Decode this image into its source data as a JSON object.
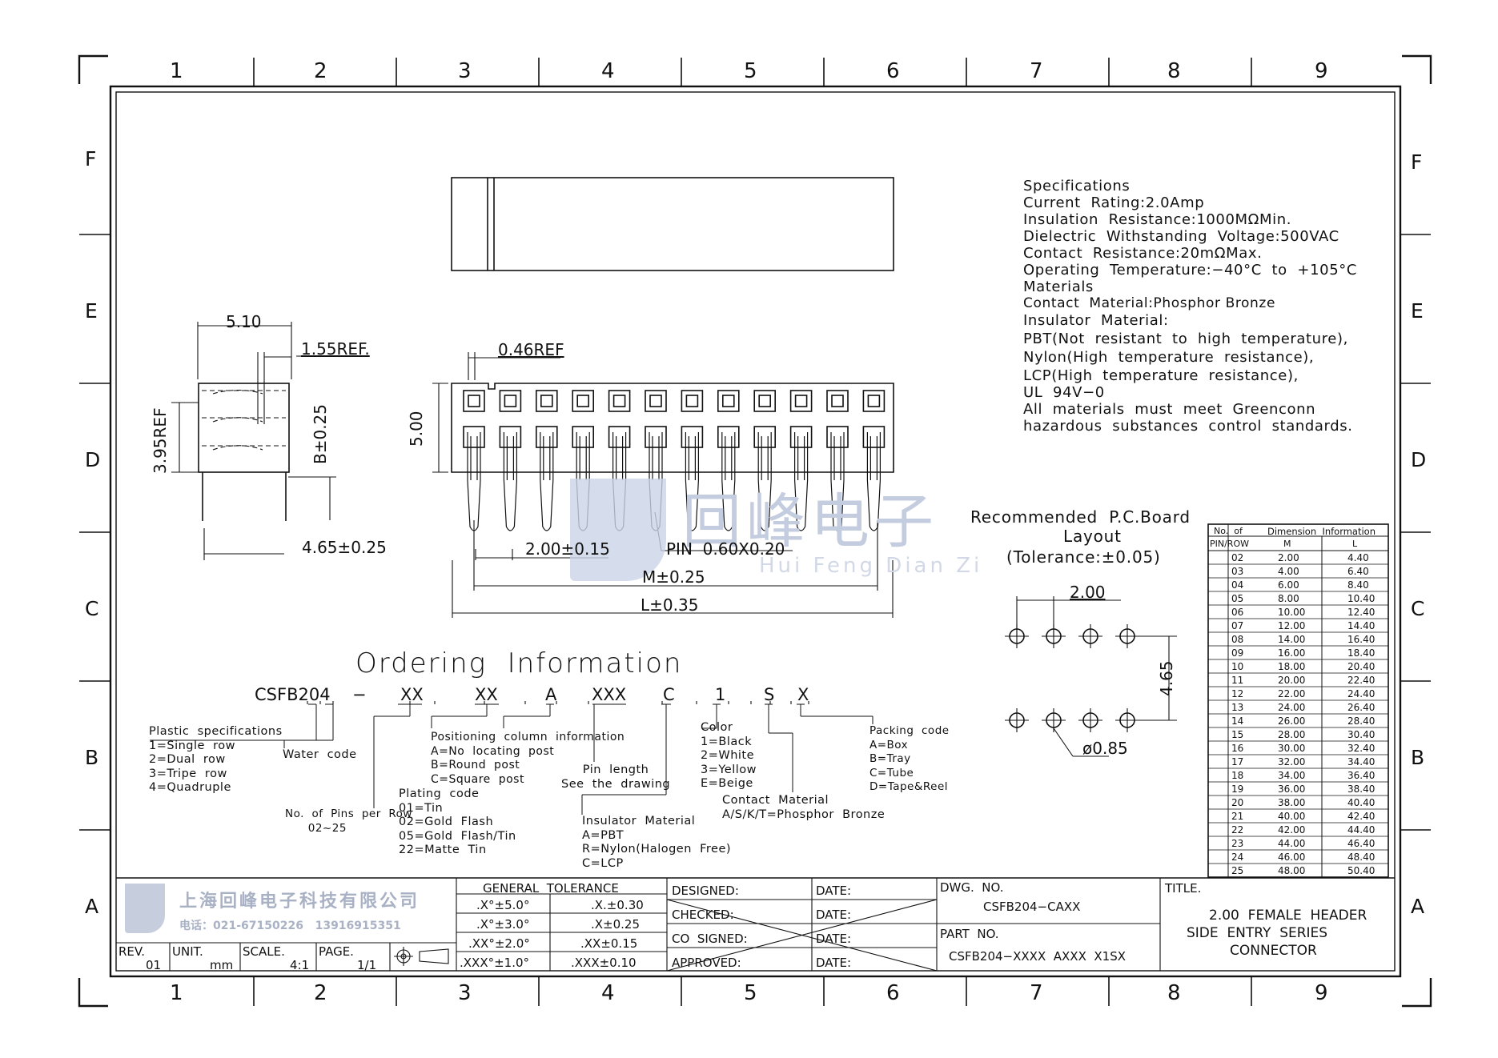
{
  "frame": {
    "top_cols": [
      "1",
      "2",
      "3",
      "4",
      "5",
      "6",
      "7",
      "8",
      "9"
    ],
    "bottom_cols": [
      "1",
      "2",
      "3",
      "4",
      "5",
      "6",
      "7",
      "8",
      "9"
    ],
    "rows": [
      "F",
      "E",
      "D",
      "C",
      "B",
      "A"
    ]
  },
  "dimensions": {
    "side_width": "5.10",
    "side_ref": "1.55REF.",
    "side_height": "3.95REF",
    "side_b": "B±0.25",
    "side_pin_len": "4.65±0.25",
    "front_ref": "0.46REF",
    "front_height": "5.00",
    "pitch": "2.00±0.15",
    "pin": "PIN  0.60X0.20",
    "m_dim": "M±0.25",
    "l_dim": "L±0.35"
  },
  "specifications": [
    "Specifications",
    "Current  Rating:2.0Amp",
    "Insulation  Resistance:1000MΩMin.",
    "Dielectric  Withstanding  Voltage:500VAC",
    "Contact  Resistance:20mΩMax.",
    "Operating  Temperature:−40°C  to  +105°C",
    "Materials",
    "Contact  Material:Phosphor Bronze",
    "Insulator  Material:",
    "PBT(Not  resistant  to  high  temperature),",
    "Nylon(High  temperature  resistance),",
    "LCP(High  temperature  resistance),",
    "UL  94V−0",
    "All  materials  must  meet  Greenconn",
    "hazardous  substances  control  standards."
  ],
  "pcb": {
    "title": [
      "Recommended  P.C.Board",
      "Layout",
      "(Tolerance:±0.05)"
    ],
    "pitch": "2.00",
    "row_gap": "4.65",
    "hole": "ø0.85"
  },
  "watermark": {
    "cn": "回峰电子",
    "pinyin": "Hui Feng Dian Zi",
    "company": "上海回峰电子科技有限公司",
    "phone": "电话：021-67150226   13916915351"
  },
  "ordering": {
    "title": "Ordering  Information",
    "part_code": [
      "CSFB204",
      "−",
      "XX",
      "XX",
      "A",
      "XXX",
      "C",
      "1",
      "S",
      "X"
    ],
    "plastic": "Plastic  specifications\n1=Single  row\n2=Dual  row\n3=Tripe  row\n4=Quadruple",
    "water": "Water  code",
    "pins": "No.  of  Pins  per  Row\n      02~25",
    "plating": "Plating  code\n01=Tin\n02=Gold  Flash\n05=Gold  Flash/Tin\n22=Matte  Tin",
    "positioning": "Positioning  column  information\nA=No  locating  post\nB=Round  post\nC=Square  post",
    "pin_length": "Pin  length\nSee  the  drawing",
    "insulator": "Insulator  Material\nA=PBT\nR=Nylon(Halogen  Free)\nC=LCP",
    "color": "Color\n1=Black\n2=White\n3=Yellow\nE=Beige",
    "contact": "Contact  Material\nA/S/K/T=Phosphor  Bronze",
    "packing": "Packing  code\nA=Box\nB=Tray\nC=Tube\nD=Tape&Reel"
  },
  "dim_table": {
    "header_left": [
      "No.  of",
      "PIN/ROW"
    ],
    "header_group": "Dimension  Information",
    "col_m": "M",
    "col_l": "L",
    "rows": [
      [
        "02",
        "2.00",
        "4.40"
      ],
      [
        "03",
        "4.00",
        "6.40"
      ],
      [
        "04",
        "6.00",
        "8.40"
      ],
      [
        "05",
        "8.00",
        "10.40"
      ],
      [
        "06",
        "10.00",
        "12.40"
      ],
      [
        "07",
        "12.00",
        "14.40"
      ],
      [
        "08",
        "14.00",
        "16.40"
      ],
      [
        "09",
        "16.00",
        "18.40"
      ],
      [
        "10",
        "18.00",
        "20.40"
      ],
      [
        "11",
        "20.00",
        "22.40"
      ],
      [
        "12",
        "22.00",
        "24.40"
      ],
      [
        "13",
        "24.00",
        "26.40"
      ],
      [
        "14",
        "26.00",
        "28.40"
      ],
      [
        "15",
        "28.00",
        "30.40"
      ],
      [
        "16",
        "30.00",
        "32.40"
      ],
      [
        "17",
        "32.00",
        "34.40"
      ],
      [
        "18",
        "34.00",
        "36.40"
      ],
      [
        "19",
        "36.00",
        "38.40"
      ],
      [
        "20",
        "38.00",
        "40.40"
      ],
      [
        "21",
        "40.00",
        "42.40"
      ],
      [
        "22",
        "42.00",
        "44.40"
      ],
      [
        "23",
        "44.00",
        "46.40"
      ],
      [
        "24",
        "46.00",
        "48.40"
      ],
      [
        "25",
        "48.00",
        "50.40"
      ]
    ]
  },
  "title_block": {
    "rev_label": "REV.",
    "rev": "01",
    "unit_label": "UNIT.",
    "unit": "mm",
    "scale_label": "SCALE.",
    "scale": "4:1",
    "page_label": "PAGE.",
    "page": "1/1",
    "tol_title": "GENERAL  TOLERANCE",
    "tol_rows": [
      [
        ".X°±5.0°",
        ".X.±0.30"
      ],
      [
        ".X°±3.0°",
        ".X±0.25"
      ],
      [
        ".XX°±2.0°",
        ".XX±0.15"
      ],
      [
        ".XXX°±1.0°",
        ".XXX±0.10"
      ]
    ],
    "sign_rows": [
      [
        "DESIGNED:",
        "DATE:"
      ],
      [
        "CHECKED:",
        "DATE:"
      ],
      [
        "CO  SIGNED:",
        "DATE:"
      ],
      [
        "APPROVED:",
        "DATE:"
      ]
    ],
    "dwg_label": "DWG.  NO.",
    "dwg": "CSFB204−CAXX",
    "part_label": "PART  NO.",
    "part": "CSFB204−XXXX  AXXX  X1SX",
    "title_label": "TITLE.",
    "title": [
      "2.00  FEMALE  HEADER",
      "SIDE  ENTRY  SERIES",
      "CONNECTOR"
    ]
  }
}
